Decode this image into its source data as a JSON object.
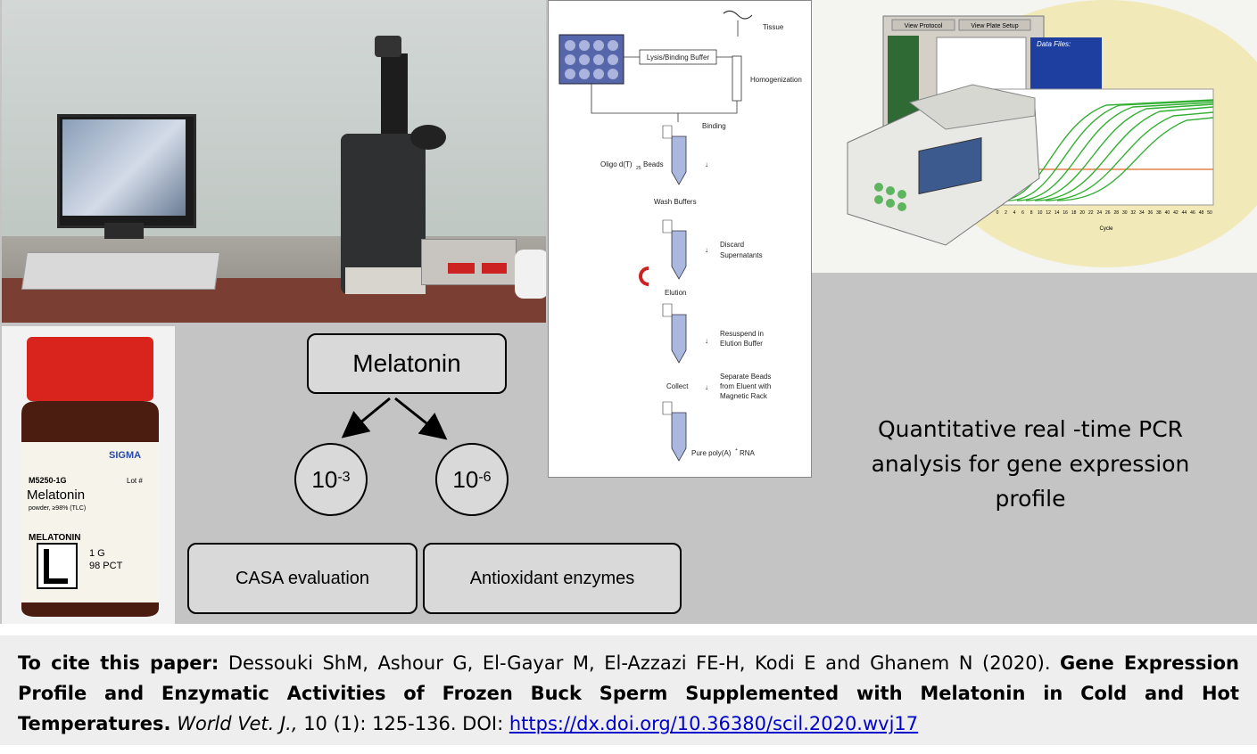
{
  "diagram": {
    "root": "Melatonin",
    "concentrations": [
      {
        "base": "10",
        "exp": "-3"
      },
      {
        "base": "10",
        "exp": "-6"
      }
    ],
    "outcomes": [
      "CASA evaluation",
      "Antioxidant enzymes"
    ],
    "pcr_caption": [
      "Quantitative real -time PCR",
      "analysis for gene expression",
      "profile"
    ]
  },
  "flow": {
    "labels": [
      "Tissue",
      "Lysis/Binding Buffer",
      "Homogenization",
      "Binding",
      "Oligo d(T)",
      "25",
      "Beads",
      "Wash Buffers",
      "Discard",
      "Supernatants",
      "Elution",
      "Resuspend in",
      "Elution Buffer",
      "Separate Beads",
      "from Eluent with",
      "Magnetic Rack",
      "Collect",
      "Pure poly(A)",
      "+",
      "RNA"
    ]
  },
  "bottle": {
    "brand": "SIGMA",
    "code": "M5250-1G",
    "name": "Melatonin",
    "sub": "powder, ≥98% (TLC)",
    "lot": "Lot #",
    "label": "MELATONIN",
    "qty": "1 G",
    "pct": "98 PCT"
  },
  "pcr_screen": {
    "btn1": "View Protocol",
    "btn2": "View Plate Setup",
    "files_title": "Data Files:",
    "axis_label": "Cycle",
    "ticks": [
      "0",
      "2",
      "4",
      "6",
      "8",
      "10",
      "12",
      "14",
      "16",
      "18",
      "20",
      "22",
      "24",
      "26",
      "28",
      "30",
      "32",
      "34",
      "36",
      "38",
      "40",
      "42",
      "44",
      "46",
      "48",
      "50"
    ]
  },
  "citation": {
    "lead": "To cite this paper:",
    "authors": "Dessouki ShM, Ashour G, El-Gayar M, El-Azzazi FE-H,  Kodi E and Ghanem N (2020).",
    "title": "Gene Expression Profile and Enzymatic Activities of Frozen Buck Sperm Supplemented with Melatonin in Cold and Hot Temperatures.",
    "journal": "World Vet. J.,",
    "volume": "10 (1): 125-136. DOI:",
    "doi": "https://dx.doi.org/10.36380/scil.2020.wvj17"
  },
  "colors": {
    "background": "#c4c4c4",
    "box_fill": "#d9d9d9",
    "link": "#0000cc",
    "cap_red": "#d8241c",
    "curve_green": "#33b033"
  }
}
